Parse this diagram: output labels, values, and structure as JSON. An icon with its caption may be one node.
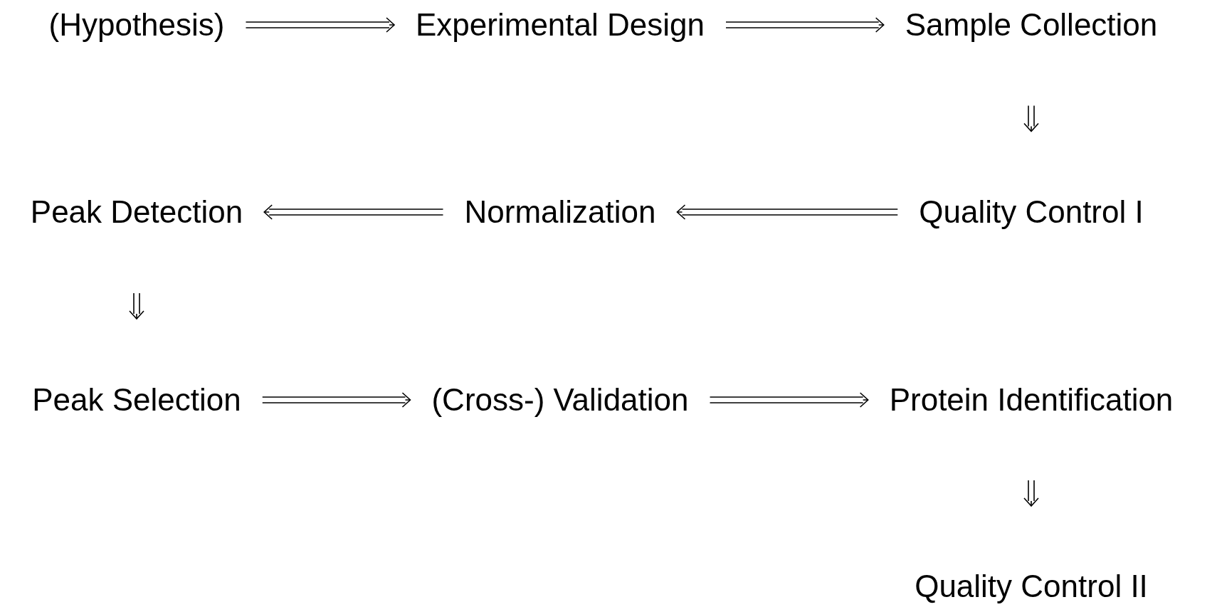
{
  "diagram": {
    "nodes": [
      {
        "text": [
          "(Hypothesis)"
        ]
      },
      {
        "text": [
          "Experimental Design"
        ]
      },
      {
        "text": [
          "Sample Collection"
        ]
      },
      {
        "text": [
          "Quality Control I"
        ]
      },
      {
        "text": [
          "Normalization"
        ]
      },
      {
        "text": [
          "Peak Detection"
        ]
      },
      {
        "text": [
          "Peak Selection"
        ]
      },
      {
        "text": [
          "(Cross-) Validation"
        ]
      },
      {
        "text": [
          "Protein Identification"
        ]
      },
      {
        "text": [
          "Quality Control II"
        ]
      }
    ],
    "edges": [
      {
        "from": 0,
        "to": 1,
        "arrow": "to"
      },
      {
        "from": 1,
        "to": 2,
        "arrow": "to"
      },
      {
        "from": 2,
        "to": 3,
        "arrow": "to"
      },
      {
        "from": 3,
        "to": 4,
        "arrow": "to"
      },
      {
        "from": 4,
        "to": 5,
        "arrow": "to"
      },
      {
        "from": 5,
        "to": 6,
        "arrow": "to"
      },
      {
        "from": 6,
        "to": 7,
        "arrow": "to"
      },
      {
        "from": 7,
        "to": 8,
        "arrow": "to"
      },
      {
        "from": 8,
        "to": 9,
        "arrow": "to"
      }
    ]
  }
}
